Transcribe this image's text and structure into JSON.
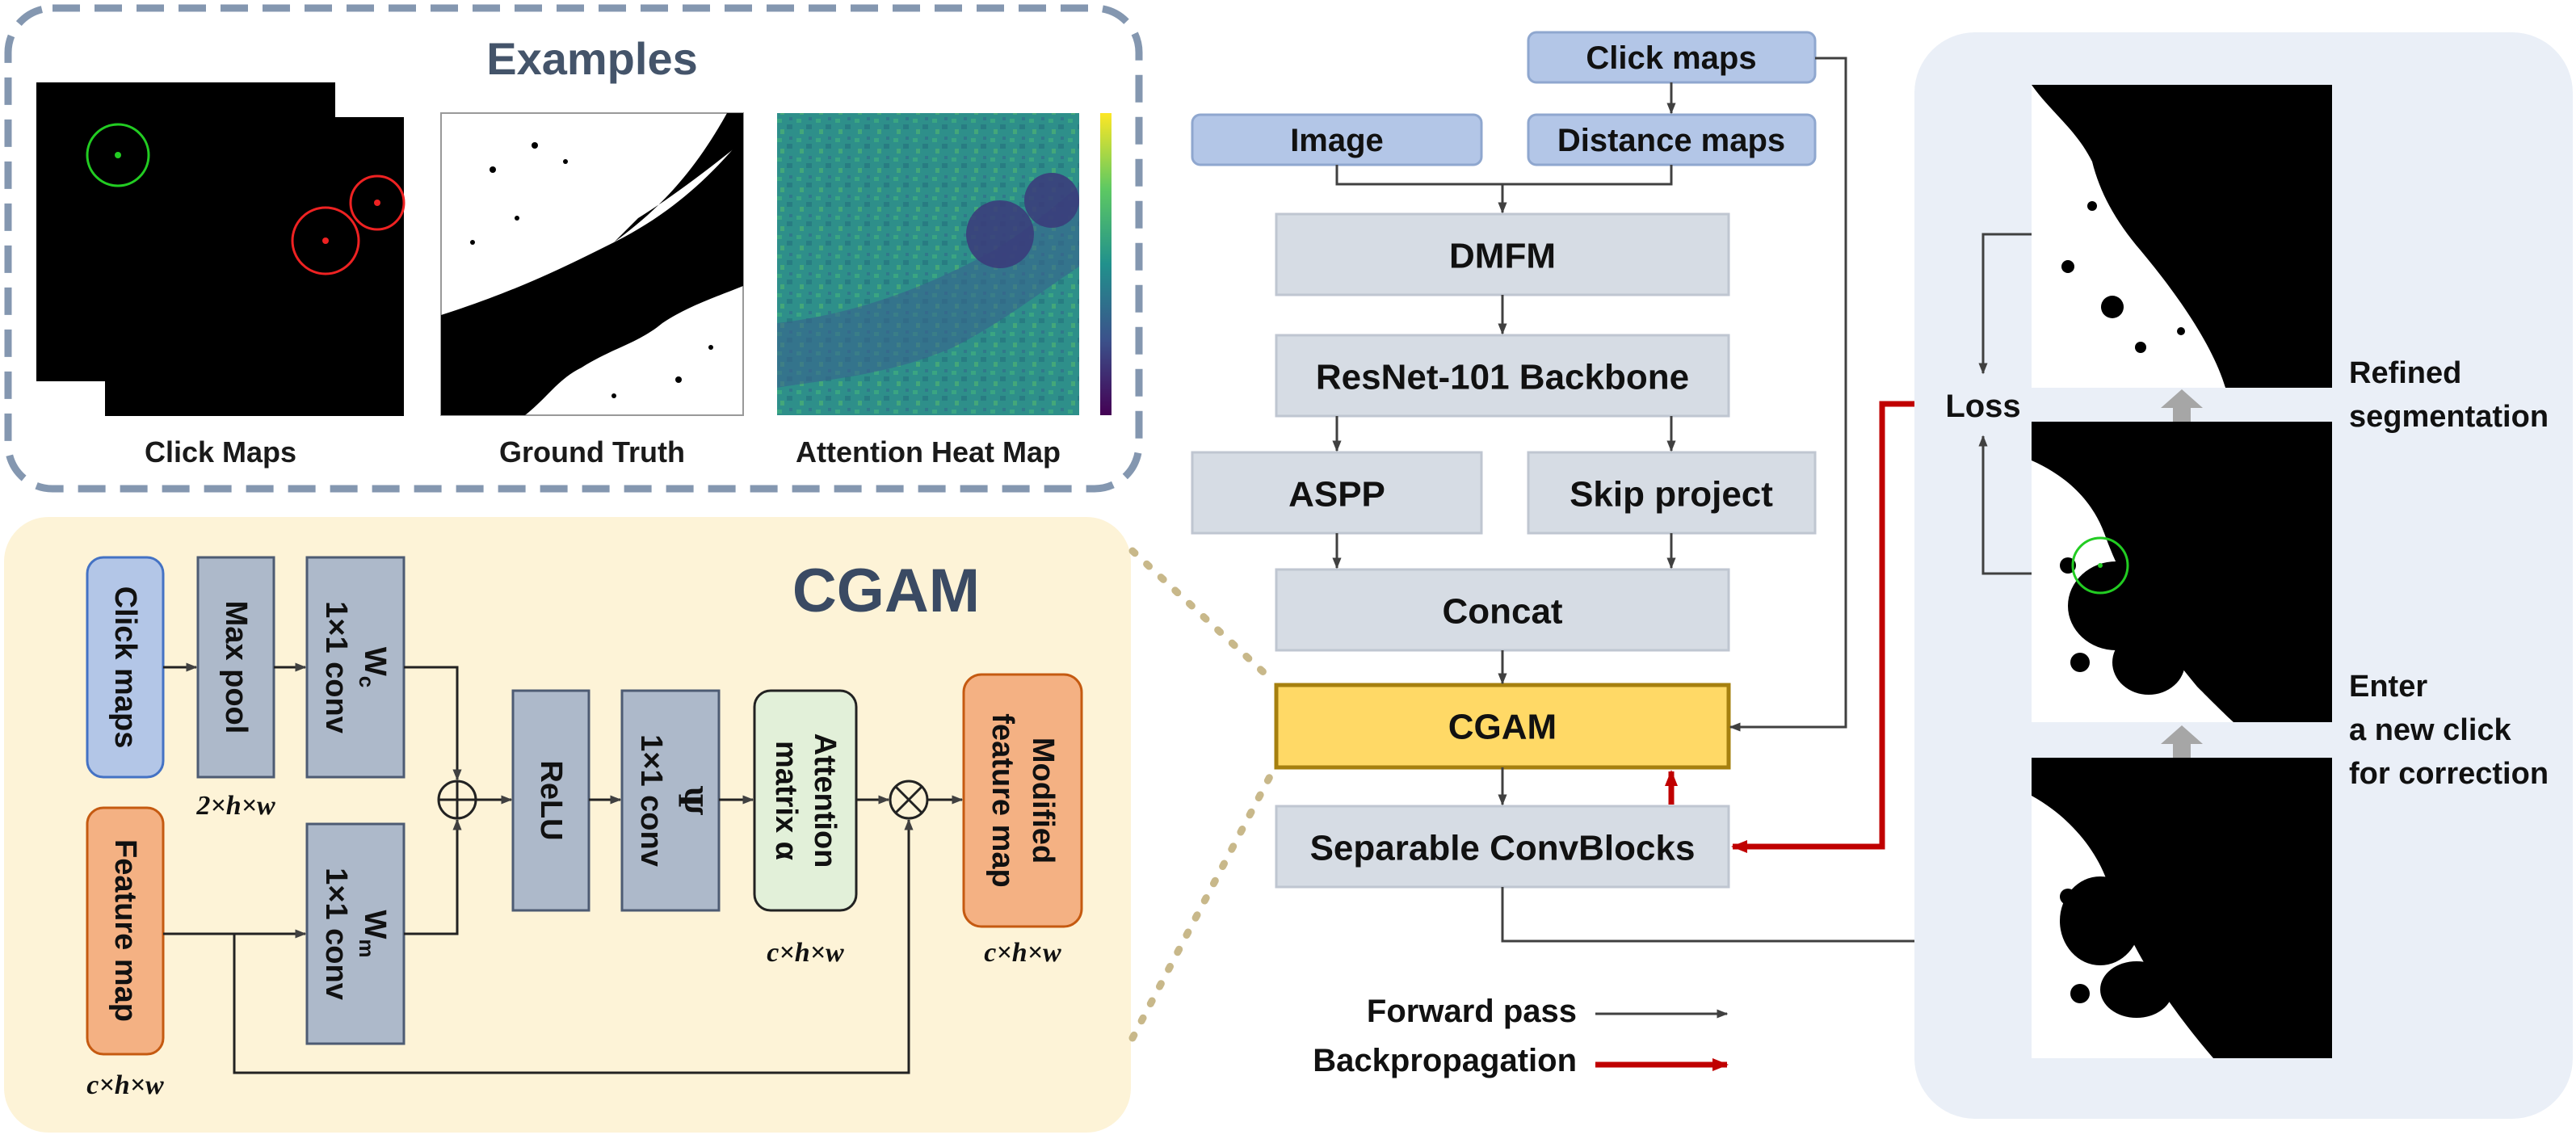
{
  "examples": {
    "title": "Examples",
    "captions": {
      "click_maps": "Click Maps",
      "ground_truth": "Ground Truth",
      "attention_heat_map": "Attention Heat Map"
    }
  },
  "cgam_detail": {
    "title": "CGAM",
    "blocks": {
      "click_maps": "Click maps",
      "max_pool": "Max pool",
      "wc_name": "W",
      "wc_sub": "c",
      "wc_conv": "1×1 conv",
      "feature_map": "Feature map",
      "wm_name": "W",
      "wm_sub": "m",
      "wm_conv": "1×1 conv",
      "relu": "ReLU",
      "psi_conv": "1×1 conv",
      "psi_symbol": "Ψ",
      "attention_line1": "Attention",
      "attention_line2": "matrix α",
      "modified_line1": "Modified",
      "modified_line2": "feature map"
    },
    "dims": {
      "maxpool": "2×h×w",
      "feature": "c×h×w",
      "attention": "c×h×w",
      "modified": "c×h×w"
    },
    "operators": {
      "add": "⊕",
      "multiply": "⊗"
    }
  },
  "pipeline": {
    "click_maps": "Click maps",
    "image": "Image",
    "distance_maps": "Distance maps",
    "dmfm": "DMFM",
    "backbone": "ResNet-101 Backbone",
    "aspp": "ASPP",
    "skip_project": "Skip project",
    "concat": "Concat",
    "cgam": "CGAM",
    "sep_conv": "Separable ConvBlocks"
  },
  "legend": {
    "forward": "Forward pass",
    "backprop": "Backpropagation"
  },
  "right_panel": {
    "loss": "Loss",
    "refined_line1": "Refined",
    "refined_line2": "segmentation",
    "enter_line1": "Enter",
    "enter_line2": "a new click",
    "enter_line3": "for correction"
  },
  "colors": {
    "blue_box": "#b3c6e7",
    "gray_box": "#d6dce4",
    "cgam_yellow": "#ffd966",
    "orange_box": "#f4b183",
    "green_box": "#e2f0d9",
    "slate_box": "#adb9ca",
    "cgam_panel": "#fdf3d7",
    "right_panel": "#eaeff7",
    "examples_border": "#8497b0",
    "backprop_red": "#c00000",
    "forward_dark": "#404040"
  }
}
